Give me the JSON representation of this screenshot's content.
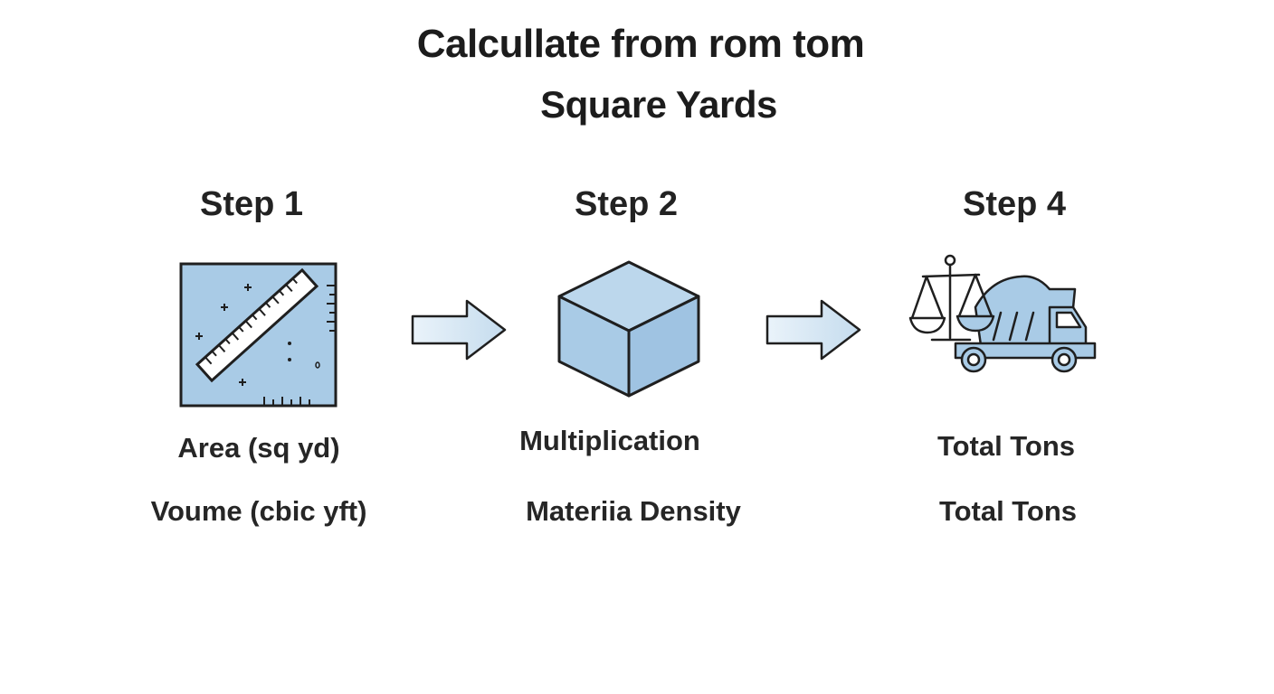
{
  "title": {
    "line1": "Calcullate from rom tom",
    "line2": "Square Yards"
  },
  "steps": [
    {
      "label": "Step 1",
      "icon": "ruler-grid-icon",
      "captions": [
        "Area (sq  yd)",
        "Voume (cbic yft)"
      ]
    },
    {
      "label": "Step 2",
      "icon": "cube-icon",
      "captions": [
        "Multiplication",
        "Materiia Density"
      ]
    },
    {
      "label": "Step 4",
      "icon": "scale-dump-truck-icon",
      "captions": [
        "Total Tons",
        "Total Tons"
      ]
    }
  ],
  "arrows": [
    "arrow-right-icon",
    "arrow-right-icon"
  ],
  "colors": {
    "icon_fill": "#a9cbe6",
    "icon_stroke": "#1f1f1f",
    "arrow_fill": "#d6e7f4",
    "text": "#222222"
  }
}
